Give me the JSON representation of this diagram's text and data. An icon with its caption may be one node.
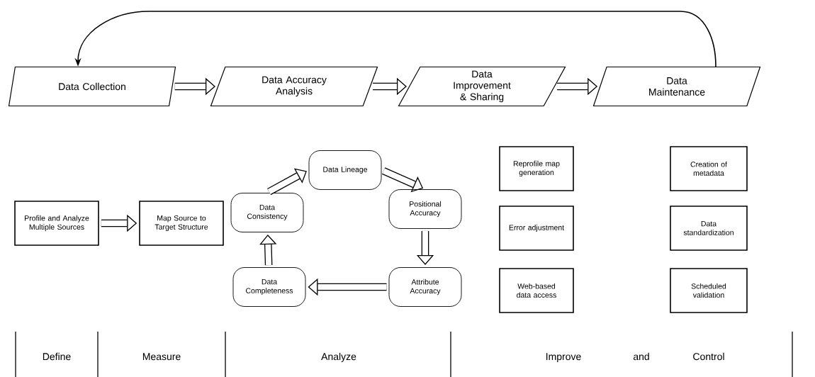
{
  "diagram": {
    "nodes": [
      {
        "text": [
          "Data Collection"
        ]
      },
      {
        "text": [
          "Data Accuracy Analysis"
        ]
      },
      {
        "text": [
          "Data Improvement & Sharing"
        ]
      },
      {
        "text": [
          "Data Maintenance"
        ]
      },
      {
        "text": [
          "Profile and Analyze Multiple Sources"
        ]
      },
      {
        "text": [
          "Map Source to Target Structure"
        ]
      },
      {
        "text": [
          "Data Lineage"
        ]
      },
      {
        "text": [
          "Positional Accuracy"
        ]
      },
      {
        "text": [
          "Attribute Accuracy"
        ]
      },
      {
        "text": [
          "Data Completeness"
        ]
      },
      {
        "text": [
          "Data Consistency"
        ]
      },
      {
        "text": [
          "Reprofile map generation"
        ]
      },
      {
        "text": [
          "Error adjustment"
        ]
      },
      {
        "text": [
          "Web-based data access"
        ]
      },
      {
        "text": [
          "Creation of metadata"
        ]
      },
      {
        "text": [
          "Data standardization"
        ]
      },
      {
        "text": [
          "Scheduled validation"
        ]
      }
    ],
    "edges": [
      {
        "from": 0,
        "to": 1,
        "arrow": "to"
      },
      {
        "from": 1,
        "to": 2,
        "arrow": "to"
      },
      {
        "from": 2,
        "to": 3,
        "arrow": "to"
      },
      {
        "from": 3,
        "to": 0,
        "arrow": "to"
      },
      {
        "from": 4,
        "to": 5,
        "arrow": "to"
      },
      {
        "from": 10,
        "to": 6,
        "arrow": "to"
      },
      {
        "from": 6,
        "to": 7,
        "arrow": "to"
      },
      {
        "from": 7,
        "to": 8,
        "arrow": "to"
      },
      {
        "from": 8,
        "to": 9,
        "arrow": "to"
      },
      {
        "from": 9,
        "to": 10,
        "arrow": "to"
      }
    ],
    "labels": [
      "Define",
      "Measure",
      "Analyze",
      "Improve",
      "and",
      "Control"
    ]
  }
}
